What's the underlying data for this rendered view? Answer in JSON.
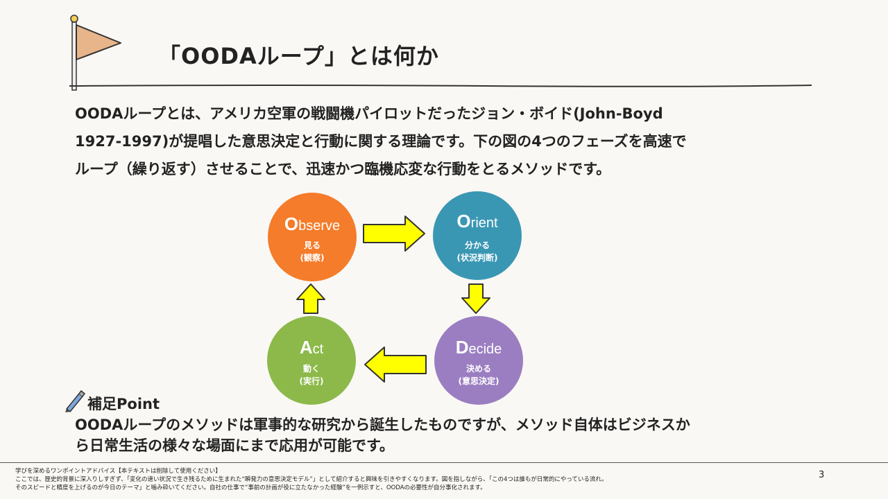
{
  "header": {
    "title": "「OODAループ」とは何か"
  },
  "intro": {
    "lines": [
      "OODAループとは、アメリカ空軍の戦闘機パイロットだったジョン・ボイド(John-Boyd",
      "1927-1997)が提唱した意思決定と行動に関する理論です。下の図の4つのフェーズを高速で",
      "ループ（繰り返す）させることで、迅速かつ臨機応変な行動をとるメソッドです。"
    ]
  },
  "cycle": {
    "observe": {
      "initial": "O",
      "rest": "bserve",
      "jp": "見る",
      "jp_paren": "(観察)",
      "color": "#f47c2a"
    },
    "orient": {
      "initial": "O",
      "rest": "rient",
      "jp": "分かる",
      "jp_paren": "(状況判断)",
      "color": "#3a97b4"
    },
    "decide": {
      "initial": "D",
      "rest": "ecide",
      "jp": "決める",
      "jp_paren": "(意思決定)",
      "color": "#9b7ec1"
    },
    "act": {
      "initial": "A",
      "rest": "ct",
      "jp": "動く",
      "jp_paren": "(実行)",
      "color": "#8cb94a"
    },
    "arrow_color": "#ffff00"
  },
  "supplement": {
    "title": "補足Point",
    "lines": [
      "OODAループのメソッドは軍事的な研究から誕生したものですが、メソッド自体はビジネスか",
      "ら日常生活の様々な場面にまで応用が可能です。"
    ]
  },
  "footer": {
    "lines": [
      "学びを深めるワンポイントアドバイス【本テキストは削除して使用ください】",
      "ここでは、歴史的背景に深入りしすぎず、「変化の速い状況で生き残るために生まれた“瞬発力の意思決定モデル”」として紹介すると興味を引きやすくなります。図を指しながら、「この4つは誰もが日常的にやっている流れ。",
      "そのスピードと精度を上げるのが今日のテーマ」と噛み砕いてください。自社の仕事で“事前の計画が役に立たなかった経験”を一例示すと、OODAの必要性が自分事化されます。"
    ],
    "page_number": "3"
  }
}
